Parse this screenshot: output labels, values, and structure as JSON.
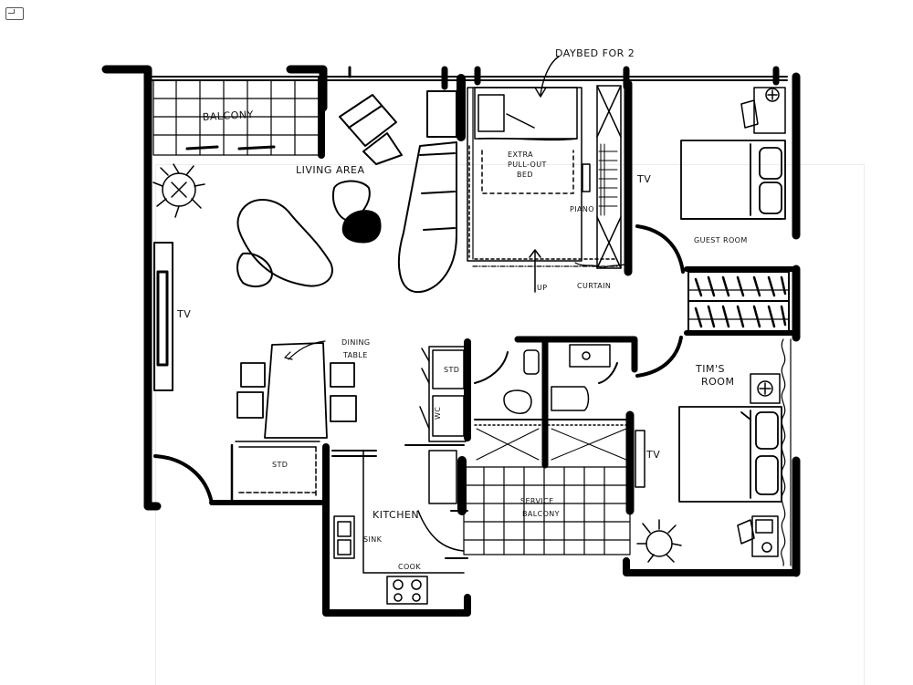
{
  "toolbar": {
    "icon": "sketch-view-icon"
  },
  "plan": {
    "labels": {
      "daybed": "DAYBED FOR 2",
      "balcony": "BALCONY",
      "living_area": "LIVING AREA",
      "extra_bed": [
        "EXTRA",
        "PULL-OUT",
        "BED"
      ],
      "piano": "PIANO",
      "tv_top": "TV",
      "tv_left": "TV",
      "tv_right": "TV",
      "guest_room": "GUEST ROOM",
      "up": "UP",
      "curtain": "CURTAIN",
      "dining_table": [
        "DINING",
        "TABLE"
      ],
      "std_dining": "STD",
      "std_kitchen": "STD",
      "toilet": "WC",
      "tims_room": [
        "TIM'S",
        "ROOM"
      ],
      "kitchen": "KITCHEN",
      "service_balcony": [
        "SERVICE",
        "BALCONY"
      ],
      "sink": "SINK",
      "cook": "COOK"
    }
  }
}
